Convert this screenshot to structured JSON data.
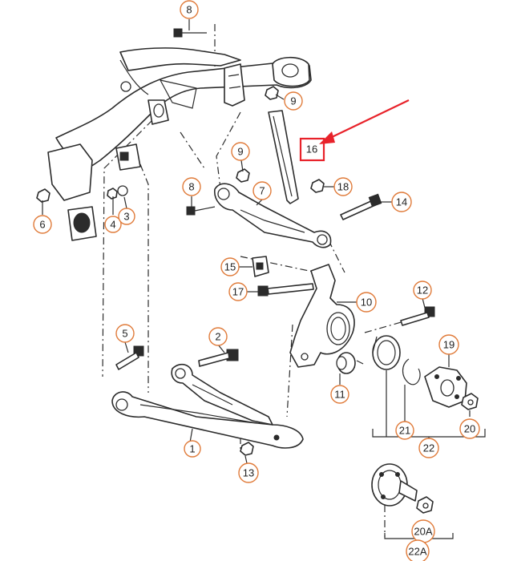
{
  "highlight": {
    "label": "16",
    "color": "#e8222a"
  },
  "callout_color": "#e07b3a",
  "callouts": [
    {
      "id": "c8a",
      "label": "8"
    },
    {
      "id": "c9a",
      "label": "9"
    },
    {
      "id": "c9b",
      "label": "9"
    },
    {
      "id": "c8b",
      "label": "8"
    },
    {
      "id": "c7",
      "label": "7"
    },
    {
      "id": "c18",
      "label": "18"
    },
    {
      "id": "c14",
      "label": "14"
    },
    {
      "id": "c6",
      "label": "6"
    },
    {
      "id": "c4",
      "label": "4"
    },
    {
      "id": "c3",
      "label": "3"
    },
    {
      "id": "c15",
      "label": "15"
    },
    {
      "id": "c17",
      "label": "17"
    },
    {
      "id": "c10",
      "label": "10"
    },
    {
      "id": "c12",
      "label": "12"
    },
    {
      "id": "c5",
      "label": "5"
    },
    {
      "id": "c2",
      "label": "2"
    },
    {
      "id": "c19",
      "label": "19"
    },
    {
      "id": "c11",
      "label": "11"
    },
    {
      "id": "c21",
      "label": "21"
    },
    {
      "id": "c20",
      "label": "20"
    },
    {
      "id": "c22",
      "label": "22"
    },
    {
      "id": "c1",
      "label": "1"
    },
    {
      "id": "c13",
      "label": "13"
    },
    {
      "id": "c20a",
      "label": "20A"
    },
    {
      "id": "c22a",
      "label": "22A"
    }
  ]
}
